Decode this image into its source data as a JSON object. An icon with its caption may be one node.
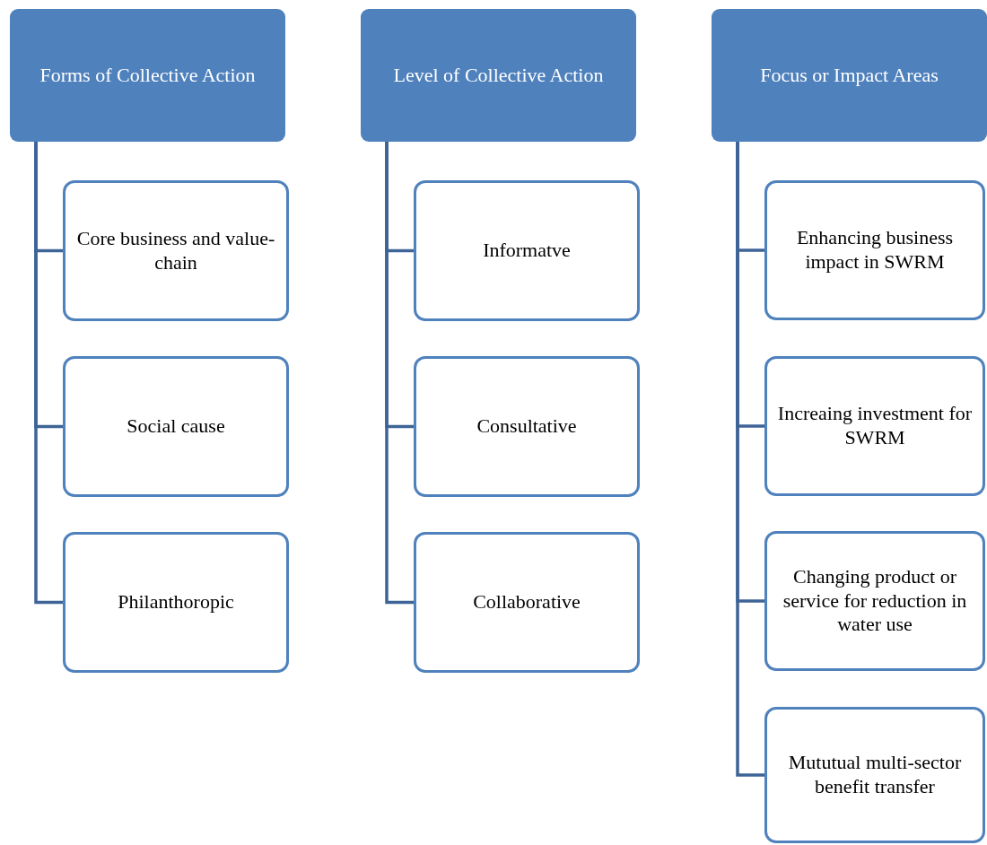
{
  "diagram": {
    "nodes": [
      {
        "text": [
          "Forms of Collective Action"
        ]
      },
      {
        "text": [
          "Core business and value-chain"
        ]
      },
      {
        "text": [
          "Social cause"
        ]
      },
      {
        "text": [
          "Philanthoropic"
        ]
      },
      {
        "text": [
          "Level of Collective Action"
        ]
      },
      {
        "text": [
          "Informatve"
        ]
      },
      {
        "text": [
          "Consultative"
        ]
      },
      {
        "text": [
          "Collaborative"
        ]
      },
      {
        "text": [
          "Focus or Impact Areas"
        ]
      },
      {
        "text": [
          "Enhancing business impact in SWRM"
        ]
      },
      {
        "text": [
          "Increaing investment for SWRM"
        ]
      },
      {
        "text": [
          "Changing product or service for reduction in water use"
        ]
      },
      {
        "text": [
          "Mututual multi-sector benefit transfer"
        ]
      }
    ],
    "edges": [
      {
        "from": 0,
        "to": 1,
        "arrow": "none"
      },
      {
        "from": 0,
        "to": 2,
        "arrow": "none"
      },
      {
        "from": 0,
        "to": 3,
        "arrow": "none"
      },
      {
        "from": 4,
        "to": 5,
        "arrow": "none"
      },
      {
        "from": 4,
        "to": 6,
        "arrow": "none"
      },
      {
        "from": 4,
        "to": 7,
        "arrow": "none"
      },
      {
        "from": 8,
        "to": 9,
        "arrow": "none"
      },
      {
        "from": 8,
        "to": 10,
        "arrow": "none"
      },
      {
        "from": 8,
        "to": 11,
        "arrow": "none"
      },
      {
        "from": 8,
        "to": 12,
        "arrow": "none"
      }
    ]
  }
}
